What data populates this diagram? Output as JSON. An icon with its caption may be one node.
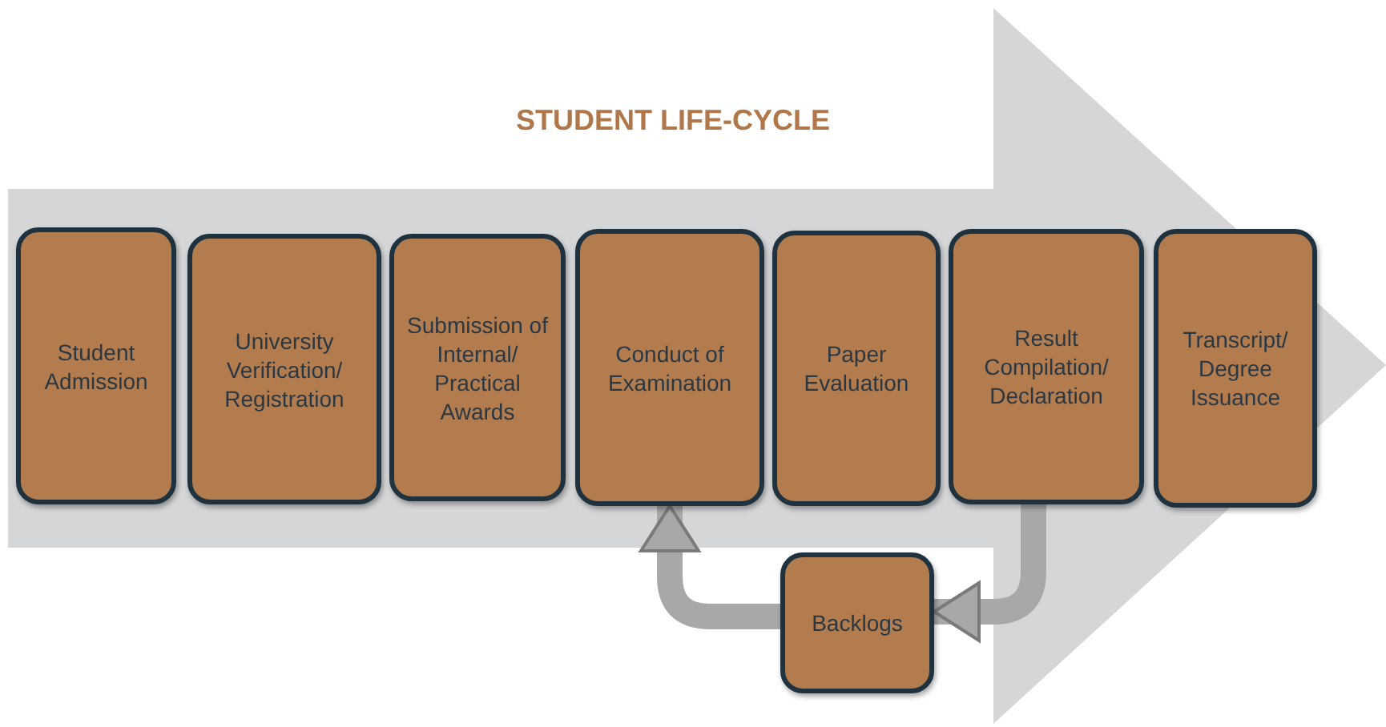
{
  "diagram": {
    "title": "STUDENT LIFE-CYCLE",
    "nodes": [
      {
        "text": [
          "Student Admission"
        ]
      },
      {
        "text": [
          "University Verification/ Registration"
        ]
      },
      {
        "text": [
          "Submission of Internal/ Practical Awards"
        ]
      },
      {
        "text": [
          "Conduct of Examination"
        ]
      },
      {
        "text": [
          "Paper Evaluation"
        ]
      },
      {
        "text": [
          "Result Compilation/ Declaration"
        ]
      },
      {
        "text": [
          "Transcript/ Degree Issuance"
        ]
      },
      {
        "text": [
          "Backlogs"
        ]
      }
    ],
    "edges": [
      {
        "from": 5,
        "to": 7,
        "arrow": "to"
      },
      {
        "from": 7,
        "to": 3,
        "arrow": "to"
      }
    ]
  }
}
